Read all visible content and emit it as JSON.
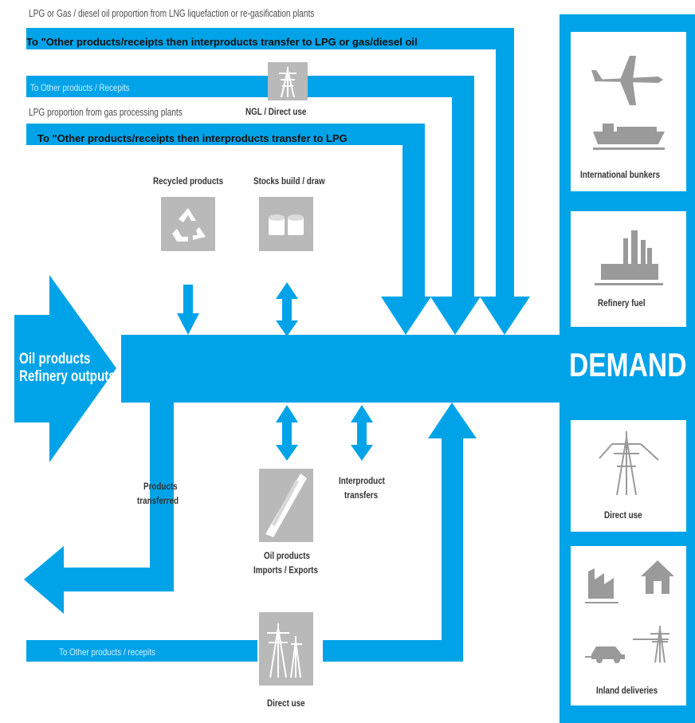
{
  "labels": {
    "lng_note": "LPG or Gas / diesel oil proportion from LNG liquefaction or re-gasification plants",
    "overlay_top": "To \"Other products/receipts then interproducts transfer to LPG or gas/diesel oil",
    "to_other_recepits": "To Other products / Recepits",
    "ngl_direct_use": "NGL / Direct use",
    "lpg_gas_processing": "LPG proportion from gas processing plants",
    "overlay_mid": "To \"Other products/receipts then interproducts transfer to LPG",
    "recycled_products": "Recycled products",
    "stocks_build_draw": "Stocks build / draw",
    "oil_products_line1": "Oil products",
    "oil_products_line2": "Refinery outputs",
    "products_transferred_1": "Products",
    "products_transferred_2": "transferred",
    "interproduct_1": "Interproduct",
    "interproduct_2": "transfers",
    "imports_exports_1": "Oil products",
    "imports_exports_2": "Imports / Exports",
    "to_other_recepits_bottom": "To Other products / recepits",
    "direct_use_bottom": "Direct use",
    "demand": "DEMAND",
    "international_bunkers": "International bunkers",
    "refinery_fuel": "Refinery fuel",
    "direct_use_right": "Direct use",
    "inland_deliveries": "Inland deliveries"
  },
  "colors": {
    "flow_blue": "#00a3e8",
    "tile_grey": "#b9b9b9",
    "icon_grey": "#9a9a9a"
  },
  "icons": [
    "pylon-icon",
    "recycle-icon",
    "oil-barrels-icon",
    "tanker-ship-icon",
    "airplane-icon",
    "cargo-ship-icon",
    "refinery-icon",
    "factory-icon",
    "house-icon",
    "car-icon"
  ]
}
